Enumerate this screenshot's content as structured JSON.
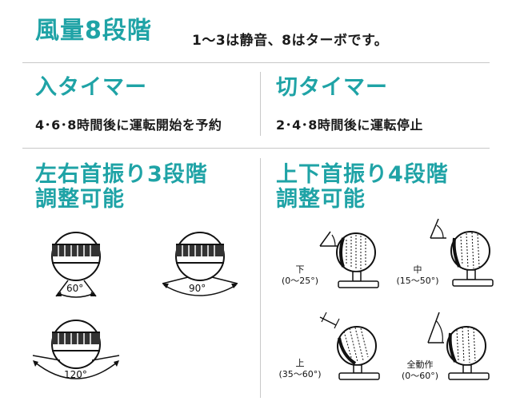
{
  "wind": {
    "title": "風量8段階",
    "desc": "1～3は静音、8はターボです。"
  },
  "on_timer": {
    "title": "入タイマー",
    "desc": "4･6･8時間後に運転開始を予約"
  },
  "off_timer": {
    "title": "切タイマー",
    "desc": "2･4･8時間後に運転停止"
  },
  "horizontal_swing": {
    "title_line1": "左右首振り3段階",
    "title_line2": "調整可能",
    "angles": [
      "60°",
      "90°",
      "120°"
    ]
  },
  "vertical_swing": {
    "title_line1": "上下首振り4段階",
    "title_line2": "調整可能",
    "modes": [
      {
        "name": "下",
        "range": "(0～25°)"
      },
      {
        "name": "中",
        "range": "(15～50°)"
      },
      {
        "name": "上",
        "range": "(35～60°)"
      },
      {
        "name": "全動作",
        "range": "(0～60°)"
      }
    ]
  },
  "colors": {
    "accent": "#1fa3a6",
    "divider": "#c8c8c8",
    "text": "#1a1a1a"
  }
}
